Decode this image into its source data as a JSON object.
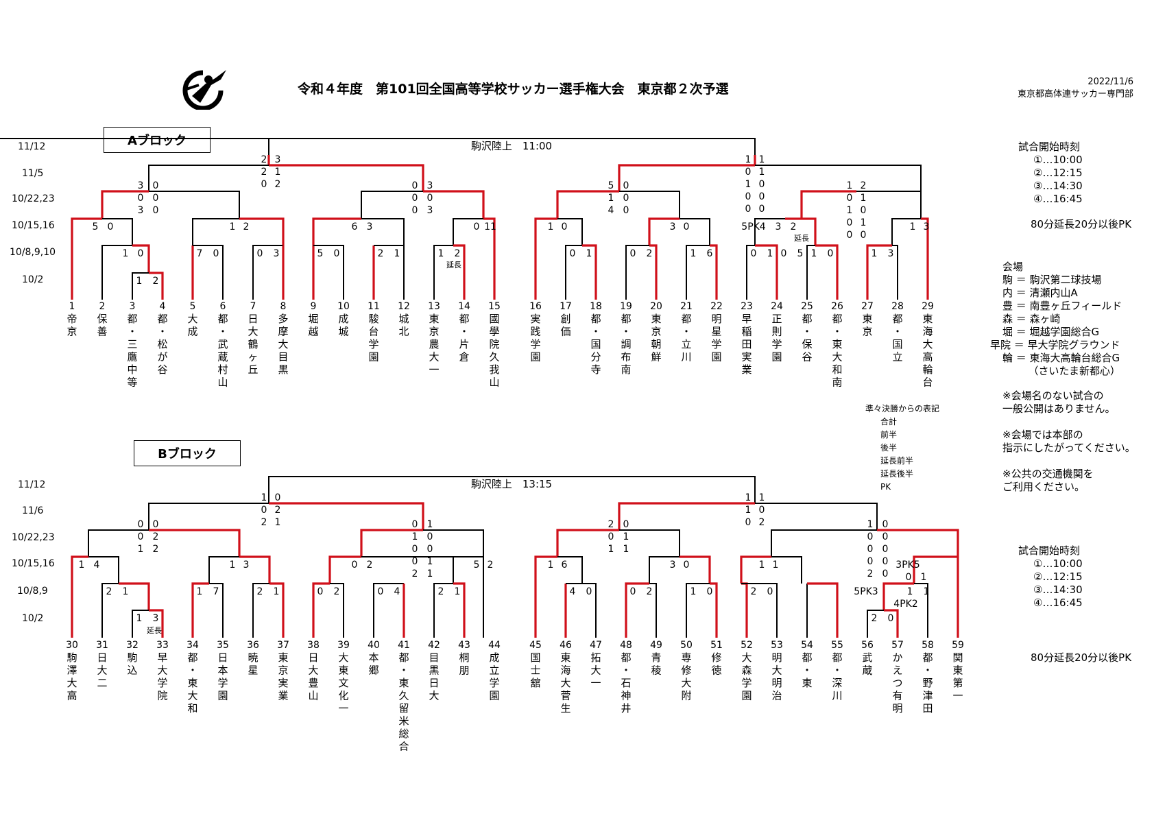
{
  "header": {
    "title": "令和４年度　第101回全国高等学校サッカー選手権大会　東京都２次予選",
    "date": "2022/11/6",
    "org": "東京都高体連サッカー専門部"
  },
  "blocks": [
    {
      "label": "Aブロック",
      "rounds": [
        "11/12",
        "11/5",
        "10/22,23",
        "10/15,16",
        "10/8,9,10",
        "10/2"
      ],
      "final_note": "駒沢陸上　11:00",
      "teams": [
        {
          "n": "1",
          "name": "帝京"
        },
        {
          "n": "2",
          "name": "保善"
        },
        {
          "n": "3",
          "name": "都・三鷹中等"
        },
        {
          "n": "4",
          "name": "都・松が谷"
        },
        {
          "n": "5",
          "name": "大成"
        },
        {
          "n": "6",
          "name": "都・武蔵村山"
        },
        {
          "n": "7",
          "name": "日大鶴ヶ丘"
        },
        {
          "n": "8",
          "name": "多摩大目黒"
        },
        {
          "n": "9",
          "name": "堀越"
        },
        {
          "n": "10",
          "name": "成城"
        },
        {
          "n": "11",
          "name": "駿台学園"
        },
        {
          "n": "12",
          "name": "城北"
        },
        {
          "n": "13",
          "name": "東京農大一"
        },
        {
          "n": "14",
          "name": "都・片倉"
        },
        {
          "n": "15",
          "name": "國學院久我山"
        },
        {
          "n": "16",
          "name": "実践学園"
        },
        {
          "n": "17",
          "name": "創価"
        },
        {
          "n": "18",
          "name": "都・国分寺"
        },
        {
          "n": "19",
          "name": "都・調布南"
        },
        {
          "n": "20",
          "name": "東京朝鮮"
        },
        {
          "n": "21",
          "name": "都・立川"
        },
        {
          "n": "22",
          "name": "明星学園"
        },
        {
          "n": "23",
          "name": "早稲田実業"
        },
        {
          "n": "24",
          "name": "正則学園"
        },
        {
          "n": "25",
          "name": "都・保谷"
        },
        {
          "n": "26",
          "name": "都・東大和南"
        },
        {
          "n": "27",
          "name": "東京"
        },
        {
          "n": "28",
          "name": "都・国立"
        },
        {
          "n": "29",
          "name": "東海大高輪台"
        }
      ]
    },
    {
      "label": "Bブロック",
      "rounds": [
        "11/12",
        "11/6",
        "10/22,23",
        "10/15,16",
        "10/8,9",
        "10/2"
      ],
      "final_note": "駒沢陸上　13:15",
      "teams": [
        {
          "n": "30",
          "name": "駒澤大高"
        },
        {
          "n": "31",
          "name": "日大二"
        },
        {
          "n": "32",
          "name": "駒込"
        },
        {
          "n": "33",
          "name": "早大学院"
        },
        {
          "n": "34",
          "name": "都・東大和"
        },
        {
          "n": "35",
          "name": "日本学園"
        },
        {
          "n": "36",
          "name": "暁星"
        },
        {
          "n": "37",
          "name": "東京実業"
        },
        {
          "n": "38",
          "name": "日大豊山"
        },
        {
          "n": "39",
          "name": "大東文化一"
        },
        {
          "n": "40",
          "name": "本郷"
        },
        {
          "n": "41",
          "name": "都・東久留米総合"
        },
        {
          "n": "42",
          "name": "目黒日大"
        },
        {
          "n": "43",
          "name": "桐朋"
        },
        {
          "n": "44",
          "name": "成立学園"
        },
        {
          "n": "45",
          "name": "国士舘"
        },
        {
          "n": "46",
          "name": "東海大菅生"
        },
        {
          "n": "47",
          "name": "拓大一"
        },
        {
          "n": "48",
          "name": "都・石神井"
        },
        {
          "n": "49",
          "name": "青稜"
        },
        {
          "n": "50",
          "name": "専修大附"
        },
        {
          "n": "51",
          "name": "修徳"
        },
        {
          "n": "52",
          "name": "大森学園"
        },
        {
          "n": "53",
          "name": "明大明治"
        },
        {
          "n": "54",
          "name": "都・東"
        },
        {
          "n": "55",
          "name": "都・深川"
        },
        {
          "n": "56",
          "name": "武蔵"
        },
        {
          "n": "57",
          "name": "かえつ有明"
        },
        {
          "n": "58",
          "name": "都・野津田"
        },
        {
          "n": "59",
          "name": "関東第一"
        }
      ]
    }
  ],
  "scores": [
    {
      "l": "2",
      "r": "3"
    },
    {
      "l": "2",
      "r": "1"
    },
    {
      "l": "0",
      "r": "2"
    },
    {
      "l": "1",
      "r": "1"
    },
    {
      "l": "0",
      "r": "1"
    },
    {
      "l": "1",
      "r": "0"
    },
    {
      "l": "0",
      "r": "0"
    },
    {
      "l": "0",
      "r": "0"
    },
    {
      "l": "3",
      "r": "0"
    },
    {
      "l": "0",
      "r": "0"
    },
    {
      "l": "3",
      "r": "0"
    },
    {
      "l": "0",
      "r": "3"
    },
    {
      "l": "0",
      "r": "0"
    },
    {
      "l": "0",
      "r": "3"
    },
    {
      "l": "5",
      "r": "0"
    },
    {
      "l": "1",
      "r": "0"
    },
    {
      "l": "4",
      "r": "0"
    },
    {
      "l": "1",
      "r": "2"
    },
    {
      "l": "0",
      "r": "1"
    },
    {
      "l": "1",
      "r": "0"
    },
    {
      "l": "0",
      "r": "1"
    },
    {
      "l": "0",
      "r": "0"
    },
    {
      "l": "5",
      "r": "0"
    },
    {
      "l": "1",
      "r": "2"
    },
    {
      "l": "6",
      "r": "3"
    },
    {
      "l": "0",
      "r": "11"
    },
    {
      "l": "1",
      "r": "0"
    },
    {
      "l": "3",
      "r": "0"
    },
    {
      "l": "5PK4",
      "r": ""
    },
    {
      "l": "3",
      "r": "2"
    },
    {
      "l": "1",
      "r": "3"
    },
    {
      "l": "1",
      "r": "0"
    },
    {
      "l": "7",
      "r": "0"
    },
    {
      "l": "0",
      "r": "3"
    },
    {
      "l": "5",
      "r": "0"
    },
    {
      "l": "2",
      "r": "1"
    },
    {
      "l": "1",
      "r": "2"
    },
    {
      "l": "0",
      "r": "1"
    },
    {
      "l": "0",
      "r": "2"
    },
    {
      "l": "1",
      "r": "6"
    },
    {
      "l": "0",
      "r": "1"
    },
    {
      "l": "0",
      "r": "5"
    },
    {
      "l": "1",
      "r": "0"
    },
    {
      "l": "1",
      "r": "3"
    },
    {
      "l": "1",
      "r": "2"
    },
    {
      "l": "1",
      "r": "0"
    },
    {
      "l": "0",
      "r": "2"
    },
    {
      "l": "2",
      "r": "1"
    },
    {
      "l": "1",
      "r": "1"
    },
    {
      "l": "1",
      "r": "0"
    },
    {
      "l": "0",
      "r": "2"
    },
    {
      "l": "0",
      "r": "0"
    },
    {
      "l": "0",
      "r": "2"
    },
    {
      "l": "1",
      "r": "2"
    },
    {
      "l": "0",
      "r": "1"
    },
    {
      "l": "1",
      "r": "0"
    },
    {
      "l": "0",
      "r": "0"
    },
    {
      "l": "0",
      "r": "1"
    },
    {
      "l": "2",
      "r": "1"
    },
    {
      "l": "2",
      "r": "0"
    },
    {
      "l": "0",
      "r": "1"
    },
    {
      "l": "1",
      "r": "1"
    },
    {
      "l": "1",
      "r": "0"
    },
    {
      "l": "0",
      "r": "0"
    },
    {
      "l": "0",
      "r": "0"
    },
    {
      "l": "0",
      "r": "0"
    },
    {
      "l": "2",
      "r": "0"
    },
    {
      "l": "1",
      "r": "4"
    },
    {
      "l": "1",
      "r": "3"
    },
    {
      "l": "0",
      "r": "2"
    },
    {
      "l": "5",
      "r": "2"
    },
    {
      "l": "1",
      "r": "6"
    },
    {
      "l": "3",
      "r": "0"
    },
    {
      "l": "1",
      "r": "1"
    },
    {
      "l": "3PK5",
      "r": ""
    },
    {
      "l": "0",
      "r": "1"
    },
    {
      "l": "2",
      "r": "1"
    },
    {
      "l": "1",
      "r": "7"
    },
    {
      "l": "2",
      "r": "1"
    },
    {
      "l": "0",
      "r": "2"
    },
    {
      "l": "0",
      "r": "4"
    },
    {
      "l": "2",
      "r": "1"
    },
    {
      "l": "4",
      "r": "0"
    },
    {
      "l": "0",
      "r": "2"
    },
    {
      "l": "1",
      "r": "0"
    },
    {
      "l": "2",
      "r": "0"
    },
    {
      "l": "5PK3",
      "r": ""
    },
    {
      "l": "1",
      "r": "1"
    },
    {
      "l": "4PK2",
      "r": ""
    },
    {
      "l": "1",
      "r": "3"
    },
    {
      "l": "2",
      "r": "0"
    }
  ],
  "extra_notes": {
    "a_encho_13": "延長",
    "a_encho_25": "延長",
    "b_encho_33": "延長"
  },
  "sidebar": {
    "start_times_title": "試合開始時刻",
    "start_times": [
      "①…10:00",
      "②…12:15",
      "③…14:30",
      "④…16:45"
    ],
    "rule": "80分延長20分以後PK",
    "venue_title": "会場",
    "venues": [
      "駒 ＝ 駒沢第二球技場",
      "内 ＝ 清瀬内山A",
      "豊 ＝ 南豊ヶ丘フィールド",
      "森 ＝ 森ヶ崎",
      "堀 ＝ 堀越学園総合G",
      "早院 ＝ 早大学院グラウンド",
      "輪 ＝ 東海大高輪台総合G",
      "　　　（さいたま新都心）"
    ],
    "notes": [
      "※会場名のない試合の",
      "一般公開はありません。",
      "",
      "※会場では本部の",
      "指示にしたがってください。",
      "",
      "※公共の交通機関を",
      "ご利用ください。"
    ],
    "start_times_title_b": "試合開始時刻",
    "start_times_b": [
      "①…10:00",
      "②…12:15",
      "③…14:30",
      "④…16:45"
    ],
    "rule_b": "80分延長20分以後PK"
  },
  "legend": {
    "title": "準々決勝からの表記",
    "lines": [
      "合計",
      "前半",
      "後半",
      "延長前半",
      "延長後半",
      "PK"
    ]
  },
  "colors": {
    "winner_line": "#d0101a",
    "loser_line": "#000000"
  }
}
